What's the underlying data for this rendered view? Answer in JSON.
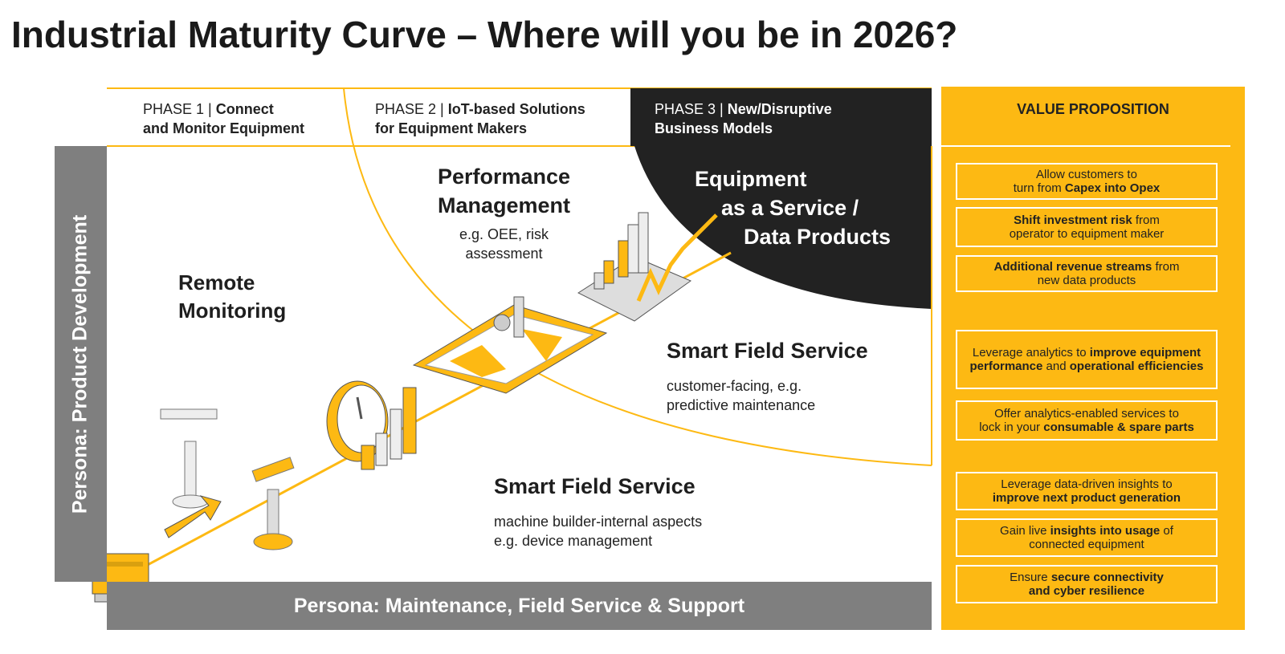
{
  "title": "Industrial Maturity Curve – Where will you be in 2026?",
  "phases": [
    {
      "prefix": "PHASE 1 | ",
      "bold1": "Connect",
      "bold2": "and Monitor Equipment"
    },
    {
      "prefix": "PHASE 2 | ",
      "bold1": "IoT-based Solutions",
      "bold2": "for Equipment Makers"
    },
    {
      "prefix": "PHASE 3 | ",
      "bold1": "New/Disruptive",
      "bold2": "Business Models"
    }
  ],
  "personas": {
    "left": "Persona: Product Development",
    "bottom": "Persona: Maintenance, Field Service & Support"
  },
  "stages": {
    "remote": {
      "l1": "Remote",
      "l2": "Monitoring"
    },
    "performance": {
      "l1": "Performance",
      "l2": "Management",
      "s1": "e.g. OEE, risk",
      "s2": "assessment"
    },
    "eaas": {
      "l1": "Equipment",
      "l2": "as a Service /",
      "l3": "Data Products"
    },
    "sfs_customer": {
      "title": "Smart Field Service",
      "s1": "customer-facing, e.g.",
      "s2": "predictive maintenance"
    },
    "sfs_internal": {
      "title": "Smart Field Service",
      "s1": "machine builder-internal aspects",
      "s2": "e.g. device management"
    }
  },
  "value_proposition": {
    "title": "VALUE PROPOSITION",
    "items": [
      {
        "parts": [
          {
            "t": "Allow customers to",
            "b": false
          },
          {
            "t": "turn from ",
            "b": false,
            "br": true
          },
          {
            "t": "Capex into Opex",
            "b": true
          }
        ]
      },
      {
        "parts": [
          {
            "t": "Shift investment risk",
            "b": true
          },
          {
            "t": " from",
            "b": false
          },
          {
            "t": "operator to equipment maker",
            "b": false,
            "br": true
          }
        ]
      },
      {
        "parts": [
          {
            "t": "Additional revenue streams",
            "b": true
          },
          {
            "t": " from",
            "b": false
          },
          {
            "t": "new data products",
            "b": false,
            "br": true
          }
        ]
      },
      {
        "parts": [
          {
            "t": "Leverage analytics to ",
            "b": false
          },
          {
            "t": "improve equipment performance",
            "b": true
          },
          {
            "t": " and ",
            "b": false
          },
          {
            "t": "operational efficiencies",
            "b": true
          }
        ]
      },
      {
        "parts": [
          {
            "t": "Offer analytics-enabled services to",
            "b": false
          },
          {
            "t": "lock in your ",
            "b": false,
            "br": true
          },
          {
            "t": "consumable & spare parts",
            "b": true
          }
        ]
      },
      {
        "parts": [
          {
            "t": "Leverage data-driven insights to",
            "b": false
          },
          {
            "t": "improve next product generation",
            "b": true,
            "br": true
          }
        ]
      },
      {
        "parts": [
          {
            "t": "Gain live ",
            "b": false
          },
          {
            "t": "insights into usage",
            "b": true
          },
          {
            "t": " of",
            "b": false
          },
          {
            "t": "connected equipment",
            "b": false,
            "br": true
          }
        ]
      },
      {
        "parts": [
          {
            "t": "Ensure ",
            "b": false
          },
          {
            "t": "secure connectivity",
            "b": true
          },
          {
            "t": "and cyber resilience",
            "b": true,
            "br": true
          }
        ]
      }
    ]
  },
  "colors": {
    "accent": "#fdb913",
    "dark": "#222222",
    "gray": "#7f7f7f"
  }
}
